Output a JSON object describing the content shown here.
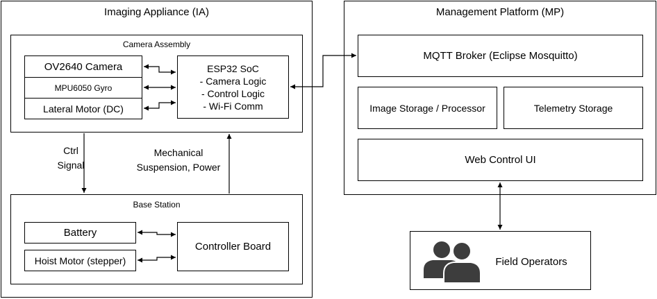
{
  "imaging_appliance": {
    "title": "Imaging Appliance (IA)",
    "camera_assembly": {
      "title": "Camera Assembly",
      "camera": "OV2640 Camera",
      "gyro": "MPU6050 Gyro",
      "motor": "Lateral Motor (DC)",
      "soc_lines": [
        "ESP32 SoC",
        "- Camera Logic",
        "- Control Logic",
        "- Wi-Fi Comm"
      ]
    },
    "ctrl_signal_lines": [
      "Ctrl",
      "Signal"
    ],
    "mechanical_lines": [
      "Mechanical",
      "Suspension, Power"
    ],
    "base_station": {
      "title": "Base Station",
      "battery": "Battery",
      "hoist": "Hoist Motor (stepper)",
      "controller": "Controller Board"
    }
  },
  "management_platform": {
    "title": "Management Platform (MP)",
    "broker": "MQTT Broker (Eclipse Mosquitto)",
    "image_storage": "Image Storage / Processor",
    "telemetry": "Telemetry Storage",
    "web_ui": "Web Control UI"
  },
  "operators": {
    "label": "Field Operators",
    "icon": "users-icon"
  }
}
